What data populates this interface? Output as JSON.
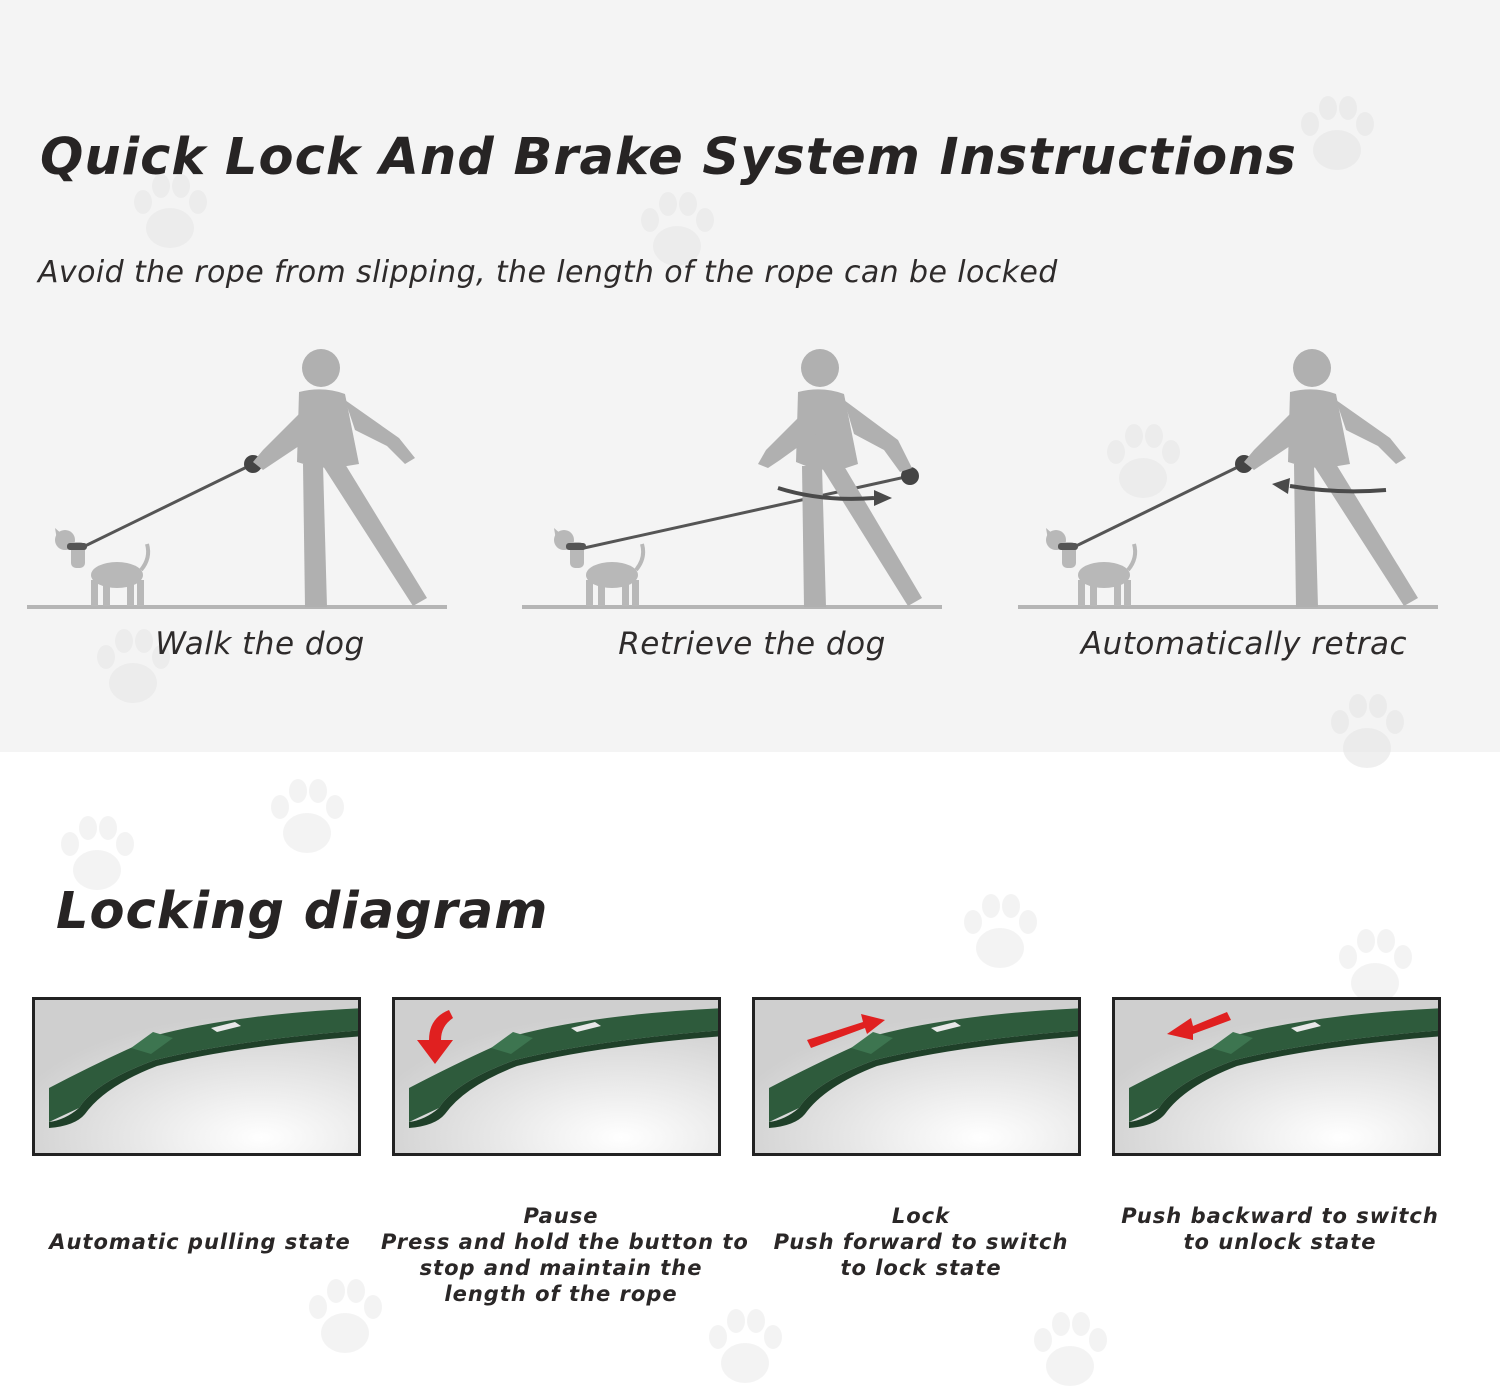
{
  "header": {
    "title": "Quick Lock And Brake System Instructions",
    "subtitle": "Avoid the rope from slipping, the length of the rope can be locked"
  },
  "scenes": [
    {
      "label": "Walk the dog",
      "arrow": "none"
    },
    {
      "label": "Retrieve the dog",
      "arrow": "right"
    },
    {
      "label": "Automatically retrac",
      "arrow": "left"
    }
  ],
  "locking": {
    "title": "Locking diagram",
    "steps": [
      {
        "lines": [
          "Automatic pulling state"
        ],
        "indicator": "none"
      },
      {
        "lines": [
          "Pause",
          "Press and hold the button to",
          "stop and maintain the",
          "length of the rope"
        ],
        "indicator": "press-down-arrow"
      },
      {
        "lines": [
          "Lock",
          "Push forward to switch",
          "to lock state"
        ],
        "indicator": "forward-arrow"
      },
      {
        "lines": [
          "Push backward to switch",
          "to unlock state"
        ],
        "indicator": "backward-arrow"
      }
    ]
  },
  "colors": {
    "top_background": "#f4f4f4",
    "figure_gray": "#b0b0b0",
    "handle_green": "#2e5b3c",
    "arrow_red": "#e02020",
    "text": "#2a2727"
  }
}
